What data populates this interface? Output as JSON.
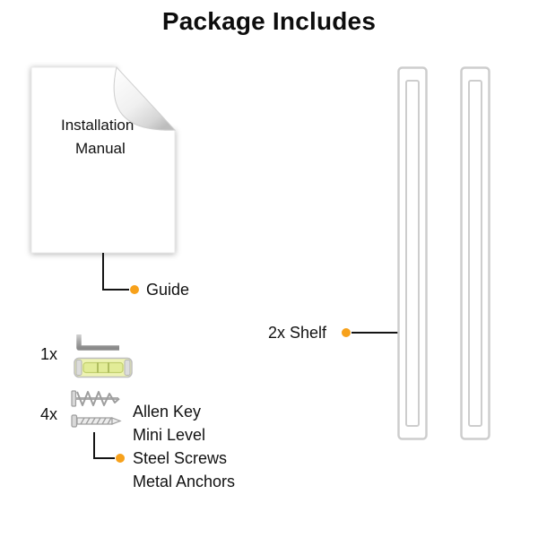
{
  "title": "Package Includes",
  "colors": {
    "accent": "#F7A11B",
    "line": "#141414",
    "shelf_outline": "#cdcdcd"
  },
  "manual": {
    "line1": "Installation",
    "line2": "Manual"
  },
  "callouts": {
    "guide": "Guide",
    "shelf": "2x Shelf"
  },
  "parts": {
    "allen_qty": "1x",
    "screws_qty": "4x",
    "labels": [
      "Allen Key",
      "Mini Level",
      "Steel Screws",
      "Metal Anchors"
    ]
  },
  "icons": {
    "manual": "manual-page-curl",
    "allen_key": "allen-key-icon",
    "mini_level": "mini-level-icon",
    "metal_anchor": "metal-anchor-icon",
    "steel_screw": "steel-screw-icon",
    "shelf": "shelf-frame"
  }
}
